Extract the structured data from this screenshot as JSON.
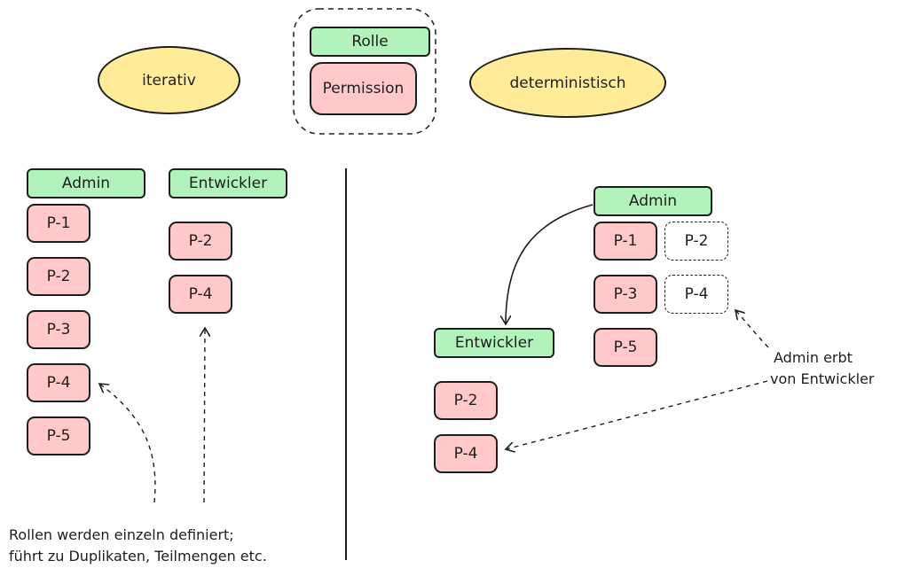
{
  "legend": {
    "role": "Rolle",
    "permission": "Permission"
  },
  "headings": {
    "left": "iterativ",
    "right": "deterministisch"
  },
  "iterative": {
    "admin": {
      "label": "Admin",
      "permissions": [
        "P-1",
        "P-2",
        "P-3",
        "P-4",
        "P-5"
      ]
    },
    "developer": {
      "label": "Entwickler",
      "permissions": [
        "P-2",
        "P-4"
      ]
    },
    "note": [
      "Rollen werden einzeln definiert;",
      "führt zu Duplikaten, Teilmengen etc."
    ]
  },
  "deterministic": {
    "admin": {
      "label": "Admin",
      "permissions": [
        "P-1",
        "P-3",
        "P-5"
      ],
      "inherited": [
        "P-2",
        "P-4"
      ]
    },
    "developer": {
      "label": "Entwickler",
      "permissions": [
        "P-2",
        "P-4"
      ]
    },
    "note": [
      "Admin erbt",
      "von Entwickler"
    ]
  },
  "colors": {
    "role": "#b2f2bb",
    "permission": "#ffc9c9",
    "heading": "#ffec99",
    "stroke": "#1e1e1e"
  }
}
